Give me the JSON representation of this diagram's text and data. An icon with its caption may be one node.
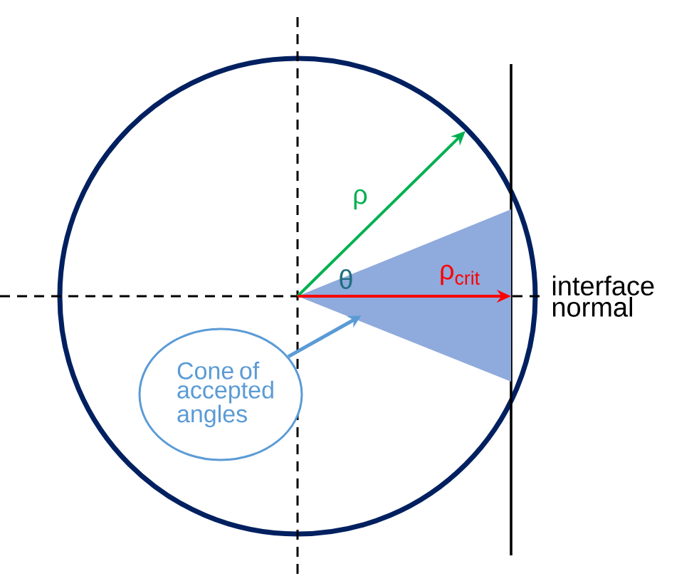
{
  "diagram": {
    "nodes": [
      {
        "text": [
          "Cone of accepted angles"
        ]
      },
      {
        "text": [],
        "shape": "triangle"
      }
    ],
    "edges": [
      {
        "from": 0,
        "to": 1,
        "arrow": "to"
      }
    ],
    "labels": [
      "ρ",
      "θ",
      "ρ$_{crit}$",
      "interface normal"
    ]
  }
}
